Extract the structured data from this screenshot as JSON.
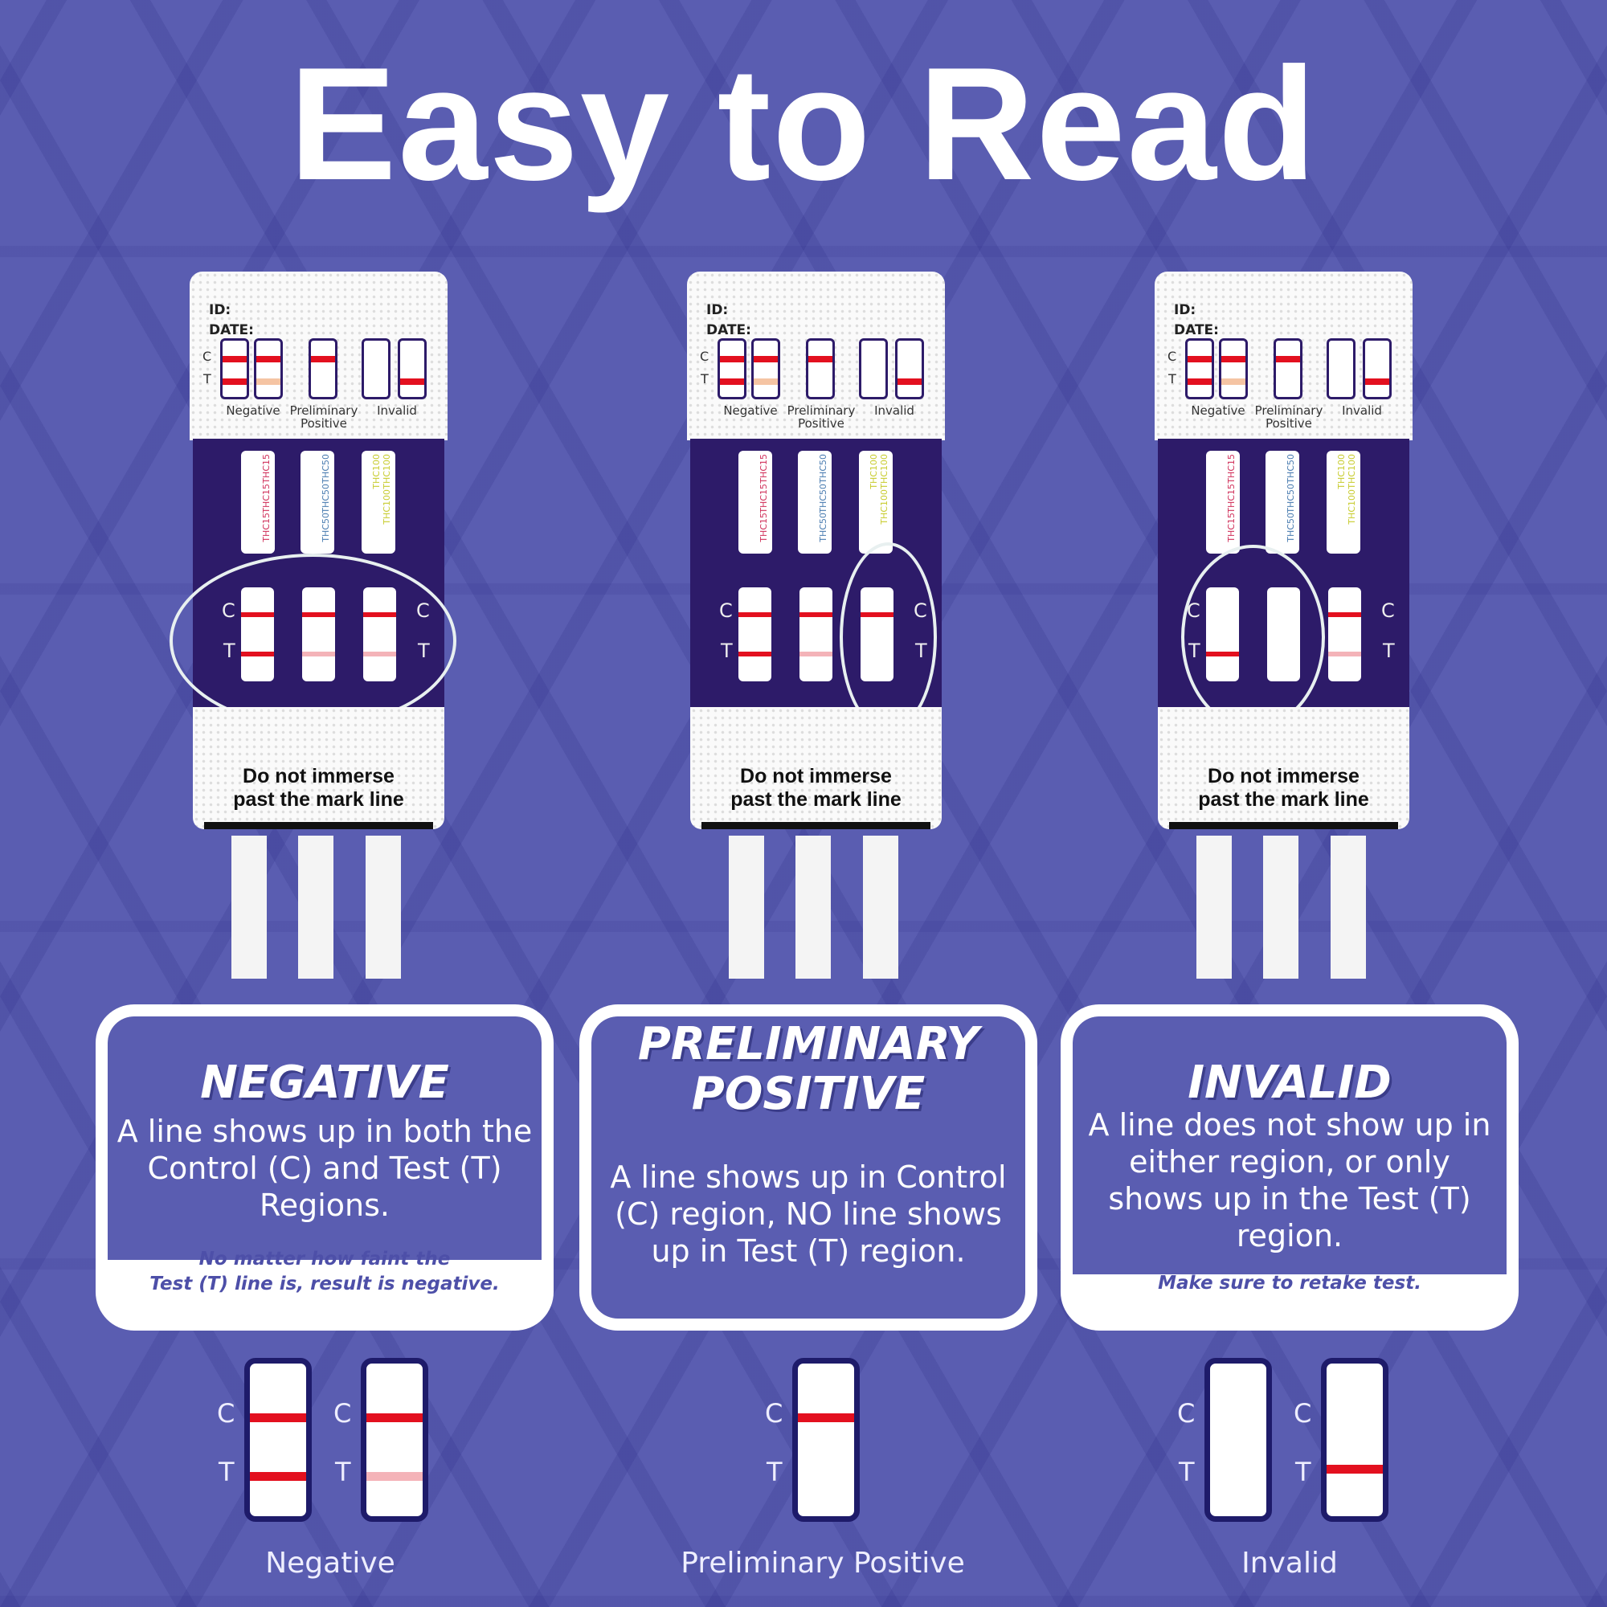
{
  "title": "Easy to Read",
  "colors": {
    "background": "#5a5db1",
    "dark_panel": "#2d1b69",
    "line_red": "#e3101f",
    "line_faint": "#f4b3b8",
    "legend_faint": "#f5c4a3"
  },
  "device_common": {
    "id_label": "ID:",
    "date_label": "DATE:",
    "c": "C",
    "t": "T",
    "legend_labels": {
      "negative": "Negative",
      "preliminary": "Preliminary",
      "positive": "Positive",
      "invalid": "Invalid"
    },
    "legend_windows": [
      {
        "c": "strong",
        "t": "strong"
      },
      {
        "c": "strong",
        "t": "legend_faint"
      },
      {
        "c": "strong",
        "t": "none"
      },
      {
        "c": "none",
        "t": "none"
      },
      {
        "c": "none",
        "t": "strong"
      }
    ],
    "pads": [
      {
        "label": "THC15",
        "color": "#d0305a"
      },
      {
        "label": "THC50",
        "color": "#4a7cb0"
      },
      {
        "label": "THC100",
        "color": "#c8cc30"
      }
    ],
    "warning_line1": "Do not immerse",
    "warning_line2": "past the mark line"
  },
  "devices": [
    {
      "result": "negative",
      "windows": [
        {
          "c": "strong",
          "t": "strong"
        },
        {
          "c": "strong",
          "t": "faint"
        },
        {
          "c": "strong",
          "t": "faint"
        }
      ]
    },
    {
      "result": "preliminary_positive",
      "windows": [
        {
          "c": "strong",
          "t": "strong"
        },
        {
          "c": "strong",
          "t": "faint"
        },
        {
          "c": "strong",
          "t": "none"
        }
      ]
    },
    {
      "result": "invalid",
      "windows": [
        {
          "c": "none",
          "t": "strong"
        },
        {
          "c": "none",
          "t": "none"
        },
        {
          "c": "strong",
          "t": "faint"
        }
      ]
    }
  ],
  "results": [
    {
      "title": [
        "NEGATIVE"
      ],
      "body": [
        "A line shows up in both the",
        "Control (C) and Test (T)",
        "Regions."
      ],
      "footer": [
        "No matter how faint the",
        "Test (T) line is, result is negative."
      ]
    },
    {
      "title": [
        "PRELIMINARY",
        "POSITIVE"
      ],
      "body": [
        "A line shows up in Control",
        "(C) region, NO line shows",
        "up in Test (T) region."
      ],
      "footer": []
    },
    {
      "title": [
        "INVALID"
      ],
      "body": [
        "A line does not show up in",
        "either region, or only",
        "shows up in the Test (T)",
        "region."
      ],
      "footer": [
        "Make sure to retake test."
      ]
    }
  ],
  "examples": [
    {
      "label": "Negative",
      "windows": [
        {
          "c": "strong",
          "t": "strong"
        },
        {
          "c": "strong",
          "t": "faint"
        }
      ]
    },
    {
      "label": "Preliminary Positive",
      "windows": [
        {
          "c": "strong",
          "t": "none"
        }
      ]
    },
    {
      "label": "Invalid",
      "windows": [
        {
          "c": "none",
          "t": "none"
        },
        {
          "c": "none",
          "t": "strong"
        }
      ]
    }
  ]
}
